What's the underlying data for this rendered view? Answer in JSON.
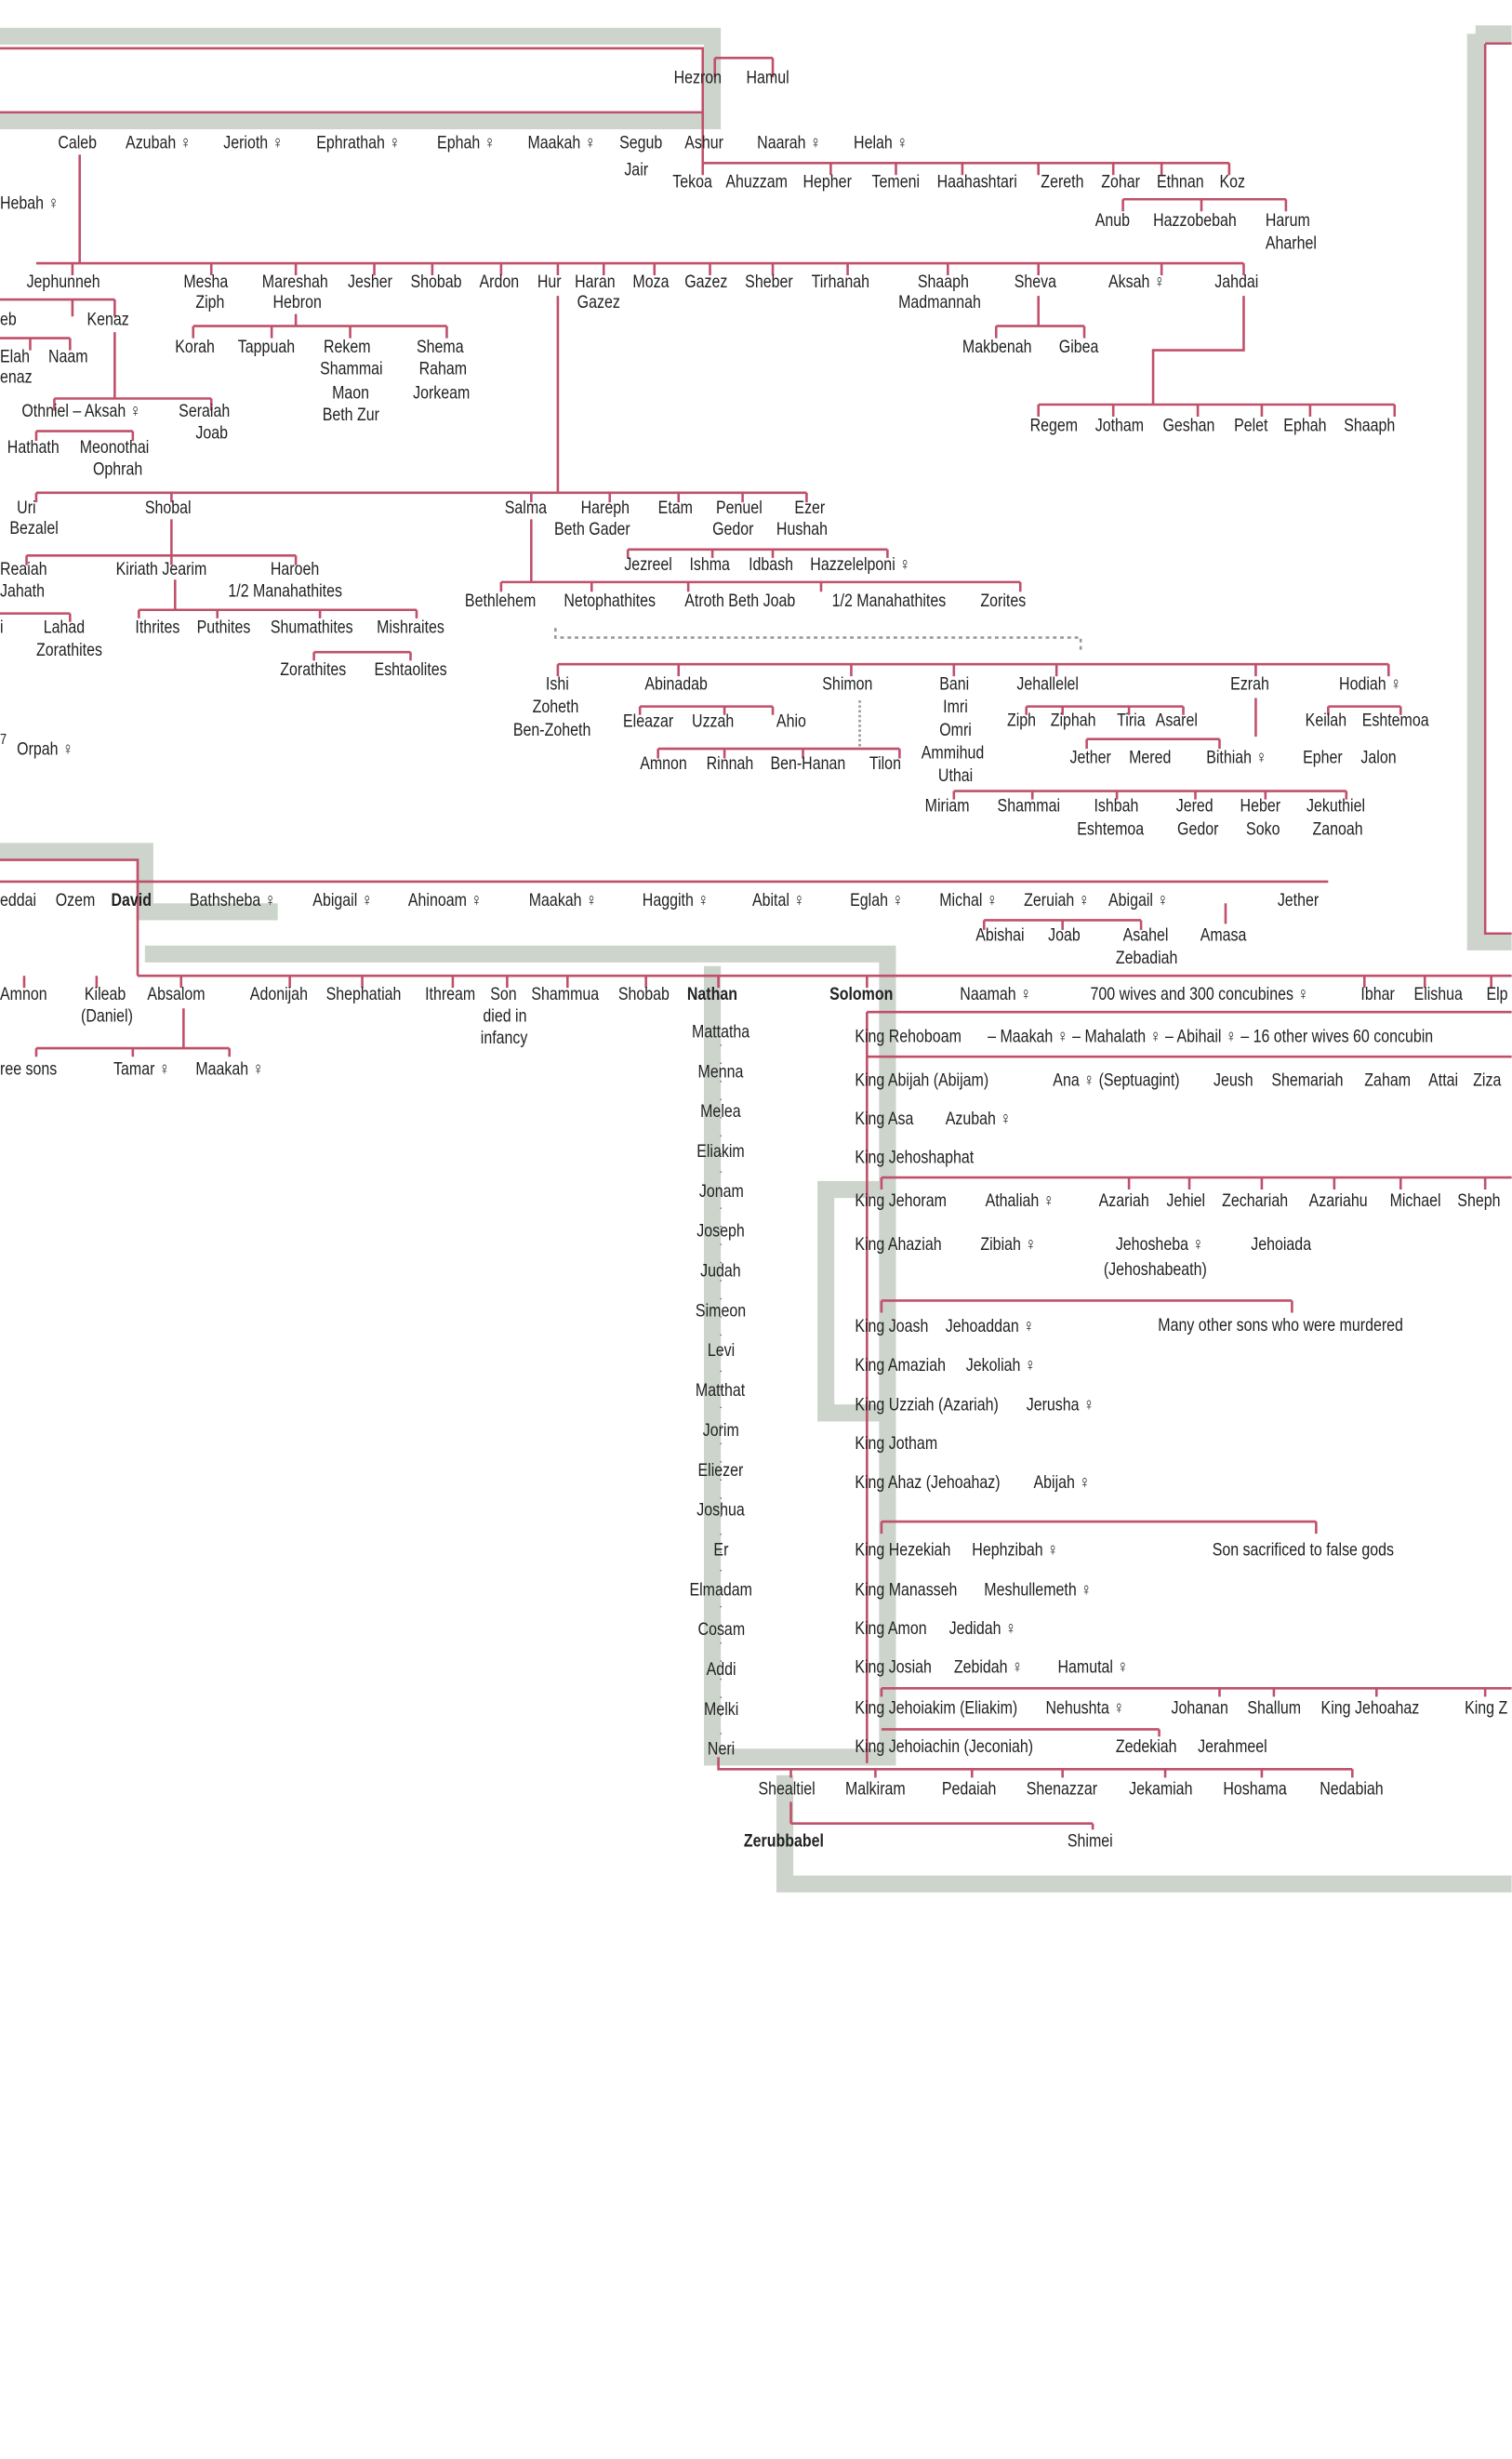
{
  "diagram": {
    "colors": {
      "line": "#c0506a",
      "band": "#cdd4cc",
      "dash": "#999999",
      "text": "#222222"
    },
    "labels": {
      "hezron": "Hezron",
      "hamul": "Hamul",
      "caleb": "Caleb",
      "azubah": "Azubah ♀",
      "jerioth": "Jerioth ♀",
      "ephrathah": "Ephrathah ♀",
      "ephah_w": "Ephah ♀",
      "maakah_w": "Maakah ♀",
      "segub": "Segub",
      "jair": "Jair",
      "ashur": "Ashur",
      "naarah": "Naarah ♀",
      "helah": "Helah ♀",
      "azubah_left": "Hebah ♀",
      "tekoa": "Tekoa",
      "ahuzzam": "Ahuzzam",
      "hepher": "Hepher",
      "temeni": "Temeni",
      "haahashtari": "Haahashtari",
      "zereth": "Zereth",
      "zohar": "Zohar",
      "ethnan": "Ethnan",
      "koz": "Koz",
      "anub": "Anub",
      "hazzobebah": "Hazzobebah",
      "harum": "Harum",
      "aharhel": "Aharhel",
      "jephunneh": "Jephunneh",
      "mesha": "Mesha",
      "ziph": "Ziph",
      "mareshah": "Mareshah",
      "hebron": "Hebron",
      "jesher": "Jesher",
      "shobab": "Shobab",
      "ardon": "Ardon",
      "hur": "Hur",
      "haran": "Haran",
      "gazez": "Gazez",
      "moza": "Moza",
      "gazez2": "Gazez",
      "sheber": "Sheber",
      "tirhanah": "Tirhanah",
      "shaaph": "Shaaph",
      "madmannah": "Madmannah",
      "sheva": "Sheva",
      "aksah": "Aksah ♀",
      "jahdai": "Jahdai",
      "eb": "eb",
      "kenaz": "Kenaz",
      "elah": "Elah",
      "naam": "Naam",
      "kenaz2": "enaz",
      "korah": "Korah",
      "tappuah": "Tappuah",
      "rekem": "Rekem",
      "shammai": "Shammai",
      "maon": "Maon",
      "bethzur": "Beth Zur",
      "shema": "Shema",
      "raham": "Raham",
      "jorkeam": "Jorkeam",
      "makbenah": "Makbenah",
      "gibea": "Gibea",
      "othniel": "Othniel – Aksah ♀",
      "seraiah": "Seraiah",
      "joab1": "Joab",
      "hathath": "Hathath",
      "meonothai": "Meonothai",
      "ophrah": "Ophrah",
      "regem": "Regem",
      "jotham1": "Jotham",
      "geshan": "Geshan",
      "pelet": "Pelet",
      "ephah": "Ephah",
      "shaaph2": "Shaaph",
      "uri": "Uri",
      "bezalel": "Bezalel",
      "shobal": "Shobal",
      "salma": "Salma",
      "hareph": "Hareph",
      "bethgader": "Beth Gader",
      "etam": "Etam",
      "penuel": "Penuel",
      "gedor": "Gedor",
      "ezer": "Ezer",
      "hushah": "Hushah",
      "jezreel": "Jezreel",
      "ishma": "Ishma",
      "idbash": "Idbash",
      "hazzelelponi": "Hazzelelponi ♀",
      "reaiah": "Reaiah",
      "jahath": "Jahath",
      "kiriathjearim": "Kiriath Jearim",
      "haroeh": "Haroeh",
      "halfmanahathites": "1/2 Manahathites",
      "bethlehem": "Bethlehem",
      "netophathites": "Netophathites",
      "atrothbethjoab": "Atroth Beth Joab",
      "halfmanahathites2": "1/2 Manahathites",
      "zorites": "Zorites",
      "i": "i",
      "lahad": "Lahad",
      "zorathites": "Zorathites",
      "ithrites": "Ithrites",
      "puthites": "Puthites",
      "shumathites": "Shumathites",
      "mishraites": "Mishraites",
      "zorathites2": "Zorathites",
      "eshtaolites": "Eshtaolites",
      "ishi": "Ishi",
      "zoheth": "Zoheth",
      "benzoheth": "Ben-Zoheth",
      "abinadab": "Abinadab",
      "eleazar": "Eleazar",
      "uzzah": "Uzzah",
      "ahio": "Ahio",
      "shimon": "Shimon",
      "amnon2": "Amnon",
      "rinnah": "Rinnah",
      "benhanan": "Ben-Hanan",
      "tilon": "Tilon",
      "bani": "Bani",
      "imri": "Imri",
      "omri": "Omri",
      "ammihud": "Ammihud",
      "uthai": "Uthai",
      "jehallelel": "Jehallelel",
      "ziph2": "Ziph",
      "ziphah": "Ziphah",
      "tiria": "Tiria",
      "asarel": "Asarel",
      "ezrah": "Ezrah",
      "jether1": "Jether",
      "mered": "Mered",
      "bithiah": "Bithiah ♀",
      "epher": "Epher",
      "jalon": "Jalon",
      "hodiah": "Hodiah ♀",
      "keilah": "Keilah",
      "eshtemoa": "Eshtemoa",
      "miriam": "Miriam",
      "shammai2": "Shammai",
      "ishbah": "Ishbah",
      "eshtemoa2": "Eshtemoa",
      "jered": "Jered",
      "gedor2": "Gedor",
      "heber": "Heber",
      "soko": "Soko",
      "jekuthiel": "Jekuthiel",
      "zanoah": "Zanoah",
      "orpah": "Orpah ♀",
      "seven": "7",
      "raddai": "eddai",
      "ozem": "Ozem",
      "david": "David",
      "bathsheba": "Bathsheba ♀",
      "abigail": "Abigail ♀",
      "ahinoam": "Ahinoam ♀",
      "maakah2": "Maakah ♀",
      "haggith": "Haggith ♀",
      "abital": "Abital ♀",
      "eglah": "Eglah ♀",
      "michal": "Michal ♀",
      "zeruiah": "Zeruiah ♀",
      "abigail2": "Abigail ♀",
      "jether2": "Jether",
      "abishai": "Abishai",
      "joab2": "Joab",
      "asahel": "Asahel",
      "zebadiah": "Zebadiah",
      "amasa": "Amasa",
      "amnon": "Amnon",
      "kileab": "Kileab",
      "daniel": "(Daniel)",
      "absalom": "Absalom",
      "adonijah": "Adonijah",
      "shephatiah": "Shephatiah",
      "ithream": "Ithream",
      "son_died": "Son",
      "died_in": "died in",
      "infancy": "infancy",
      "shammua": "Shammua",
      "shobab2": "Shobab",
      "nathan": "Nathan",
      "three_sons": "ree sons",
      "tamar": "Tamar ♀",
      "maakah3": "Maakah ♀",
      "solomon": "Solomon",
      "naamah": "Naamah ♀",
      "wives": "700 wives and 300 concubines ♀",
      "ibhar": "Ibhar",
      "elishua": "Elishua",
      "elp": "Elp",
      "rehoboam": "King Rehoboam",
      "rehoboam_wives": "– Maakah ♀ – Mahalath ♀ – Abihail ♀ – 16 other wives 60 concubin",
      "abijah": "King Abijah (Abijam)",
      "ana": "Ana ♀ (Septuagint)",
      "jeush": "Jeush",
      "shemariah": "Shemariah",
      "zaham": "Zaham",
      "attai": "Attai",
      "ziza": "Ziza",
      "asa": "King Asa",
      "azubah2": "Azubah ♀",
      "jehoshaphat": "King Jehoshaphat",
      "jehoram": "King Jehoram",
      "athaliah": "Athaliah ♀",
      "azariah1": "Azariah",
      "jehiel": "Jehiel",
      "zechariah": "Zechariah",
      "azariahu": "Azariahu",
      "michael": "Michael",
      "sheph": "Sheph",
      "ahaziah": "King Ahaziah",
      "zibiah": "Zibiah ♀",
      "jehosheba": "Jehosheba ♀",
      "jehoiada": "Jehoiada",
      "jehoshabeath": "(Jehoshabeath)",
      "joash": "King Joash",
      "jehoaddan": "Jehoaddan ♀",
      "many_sons": "Many other sons who were murdered",
      "amaziah": "King Amaziah",
      "jekoliah": "Jekoliah ♀",
      "uzziah": "King Uzziah (Azariah)",
      "jerusha": "Jerusha ♀",
      "jotham2": "King Jotham",
      "ahaz": "King Ahaz (Jehoahaz)",
      "abijah2": "Abijah ♀",
      "hezekiah": "King Hezekiah",
      "hephzibah": "Hephzibah ♀",
      "son_sacrificed": "Son sacrificed to false gods",
      "manasseh": "King Manasseh",
      "meshullemeth": "Meshullemeth ♀",
      "amon": "King Amon",
      "jedidah": "Jedidah ♀",
      "josiah": "King Josiah",
      "zebidah": "Zebidah ♀",
      "hamutal": "Hamutal ♀",
      "jehoiakim": "King Jehoiakim (Eliakim)",
      "nehushta": "Nehushta ♀",
      "johanan": "Johanan",
      "shallum": "Shallum",
      "jehoahaz": "King Jehoahaz",
      "kingz": "King Z",
      "jehoiachin": "King Jehoiachin (Jeconiah)",
      "zedekiah": "Zedekiah",
      "jerahmeel": "Jerahmeel",
      "shealtiel": "Shealtiel",
      "malkiram": "Malkiram",
      "pedaiah": "Pedaiah",
      "shenazzar": "Shenazzar",
      "jekamiah": "Jekamiah",
      "hoshama": "Hoshama",
      "nedabiah": "Nedabiah",
      "zerubbabel": "Zerubbabel",
      "shimei": "Shimei"
    },
    "nathan_line": [
      "Mattatha",
      "Menna",
      "Melea",
      "Eliakim",
      "Jonam",
      "Joseph",
      "Judah",
      "Simeon",
      "Levi",
      "Matthat",
      "Jorim",
      "Eliezer",
      "Joshua",
      "Er",
      "Elmadam",
      "Cosam",
      "Addi",
      "Melki",
      "Neri"
    ]
  }
}
